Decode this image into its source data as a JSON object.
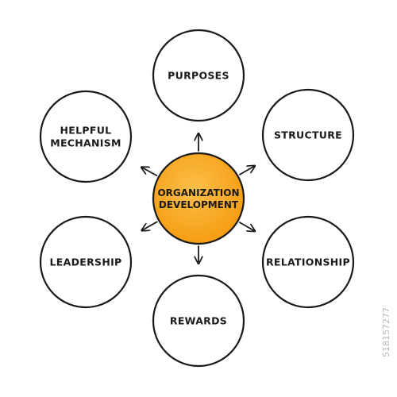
{
  "diagram": {
    "center": {
      "lines": [
        "ORGANIZATION",
        "DEVELOPMENT"
      ]
    },
    "nodes": [
      {
        "id": "purposes",
        "lines": [
          "PURPOSES"
        ]
      },
      {
        "id": "structure",
        "lines": [
          "STRUCTURE"
        ]
      },
      {
        "id": "relationship",
        "lines": [
          "RELATIONSHIP"
        ]
      },
      {
        "id": "rewards",
        "lines": [
          "REWARDS"
        ]
      },
      {
        "id": "leadership",
        "lines": [
          "LEADERSHIP"
        ]
      },
      {
        "id": "helpful-mechanism",
        "lines": [
          "HELPFUL",
          "MECHANISM"
        ]
      }
    ]
  },
  "watermark": {
    "id_text": "518157277"
  },
  "colors": {
    "center_fill": "#f59a0e",
    "center_fill_light": "#fbbf4a",
    "stroke": "#1a1a1a",
    "node_fill": "#ffffff"
  }
}
